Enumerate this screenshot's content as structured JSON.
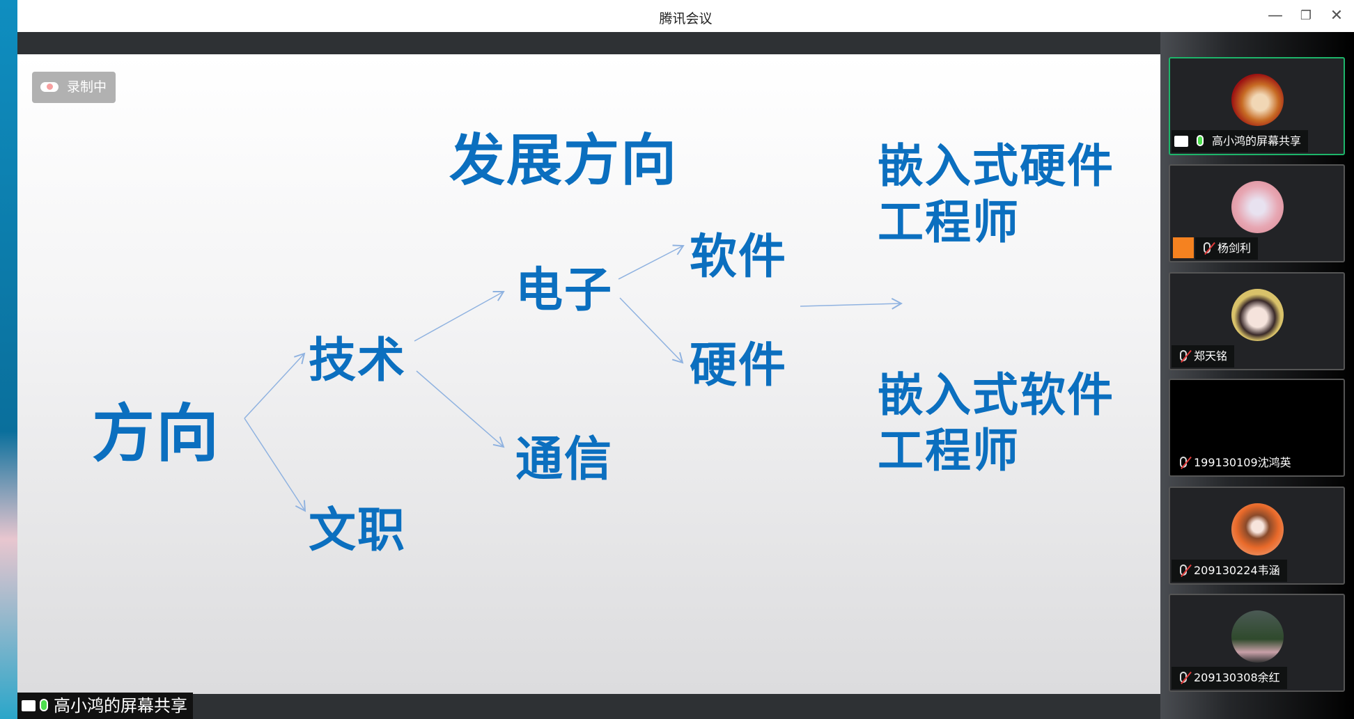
{
  "window": {
    "title": "腾讯会议",
    "minimize": "—",
    "restore": "❐",
    "close": "✕"
  },
  "recording": {
    "label": "录制中"
  },
  "slide": {
    "heading": "发展方向",
    "root": "方向",
    "level1": [
      "技术",
      "文职"
    ],
    "level2": [
      "电子",
      "通信"
    ],
    "level3": [
      "软件",
      "硬件"
    ],
    "outcomes": [
      {
        "line1": "嵌入式硬件",
        "line2": "工程师"
      },
      {
        "line1": "嵌入式软件",
        "line2": "工程师"
      }
    ],
    "text_color": "#0b6fbf"
  },
  "share_label": "高小鸿的屏幕共享",
  "participants": [
    {
      "name": "高小鸿的屏幕共享",
      "mic": "on",
      "sharing": true,
      "avatar_color": "#b01818"
    },
    {
      "name": "杨剑利",
      "mic": "off",
      "host": true,
      "avatar_color": "#e5a9b3"
    },
    {
      "name": "郑天铭",
      "mic": "off",
      "avatar_color": "#d9c26a"
    },
    {
      "name": "199130109沈鸿英",
      "mic": "off",
      "video": "black"
    },
    {
      "name": "209130224韦涵",
      "mic": "off",
      "avatar_color": "#e96a2a"
    },
    {
      "name": "209130308余红",
      "mic": "off",
      "avatar_color": "#3f5a3a"
    }
  ]
}
